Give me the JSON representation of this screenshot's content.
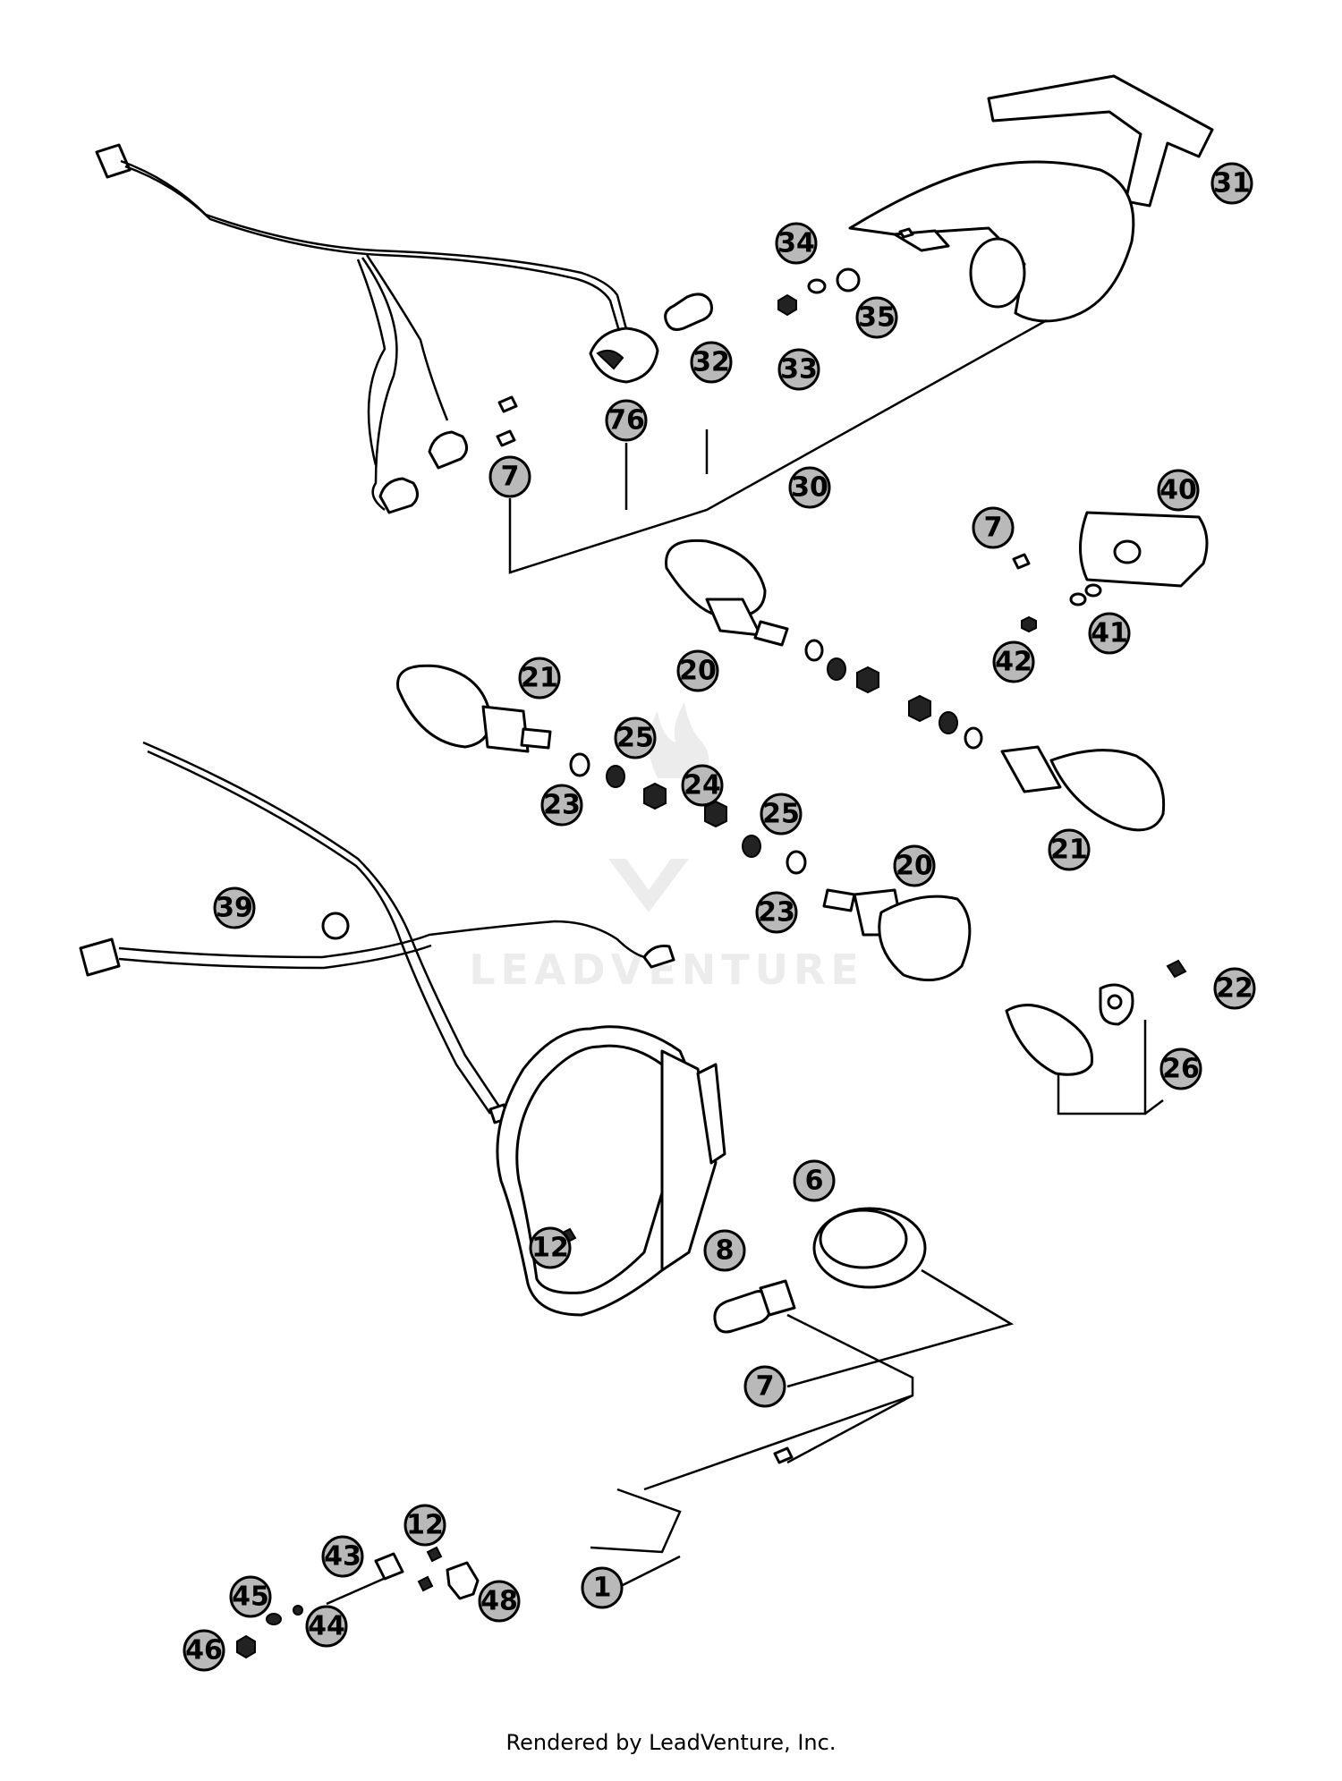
{
  "diagram": {
    "watermark": "LEADVENTURE",
    "footer": "Rendered by LeadVenture, Inc.",
    "callouts": [
      "31",
      "34",
      "35",
      "32",
      "33",
      "76",
      "7",
      "30",
      "40",
      "7",
      "41",
      "42",
      "20",
      "21",
      "25",
      "24",
      "23",
      "25",
      "20",
      "21",
      "23",
      "39",
      "22",
      "26",
      "6",
      "12",
      "8",
      "7",
      "12",
      "43",
      "1",
      "45",
      "44",
      "48",
      "46"
    ]
  }
}
